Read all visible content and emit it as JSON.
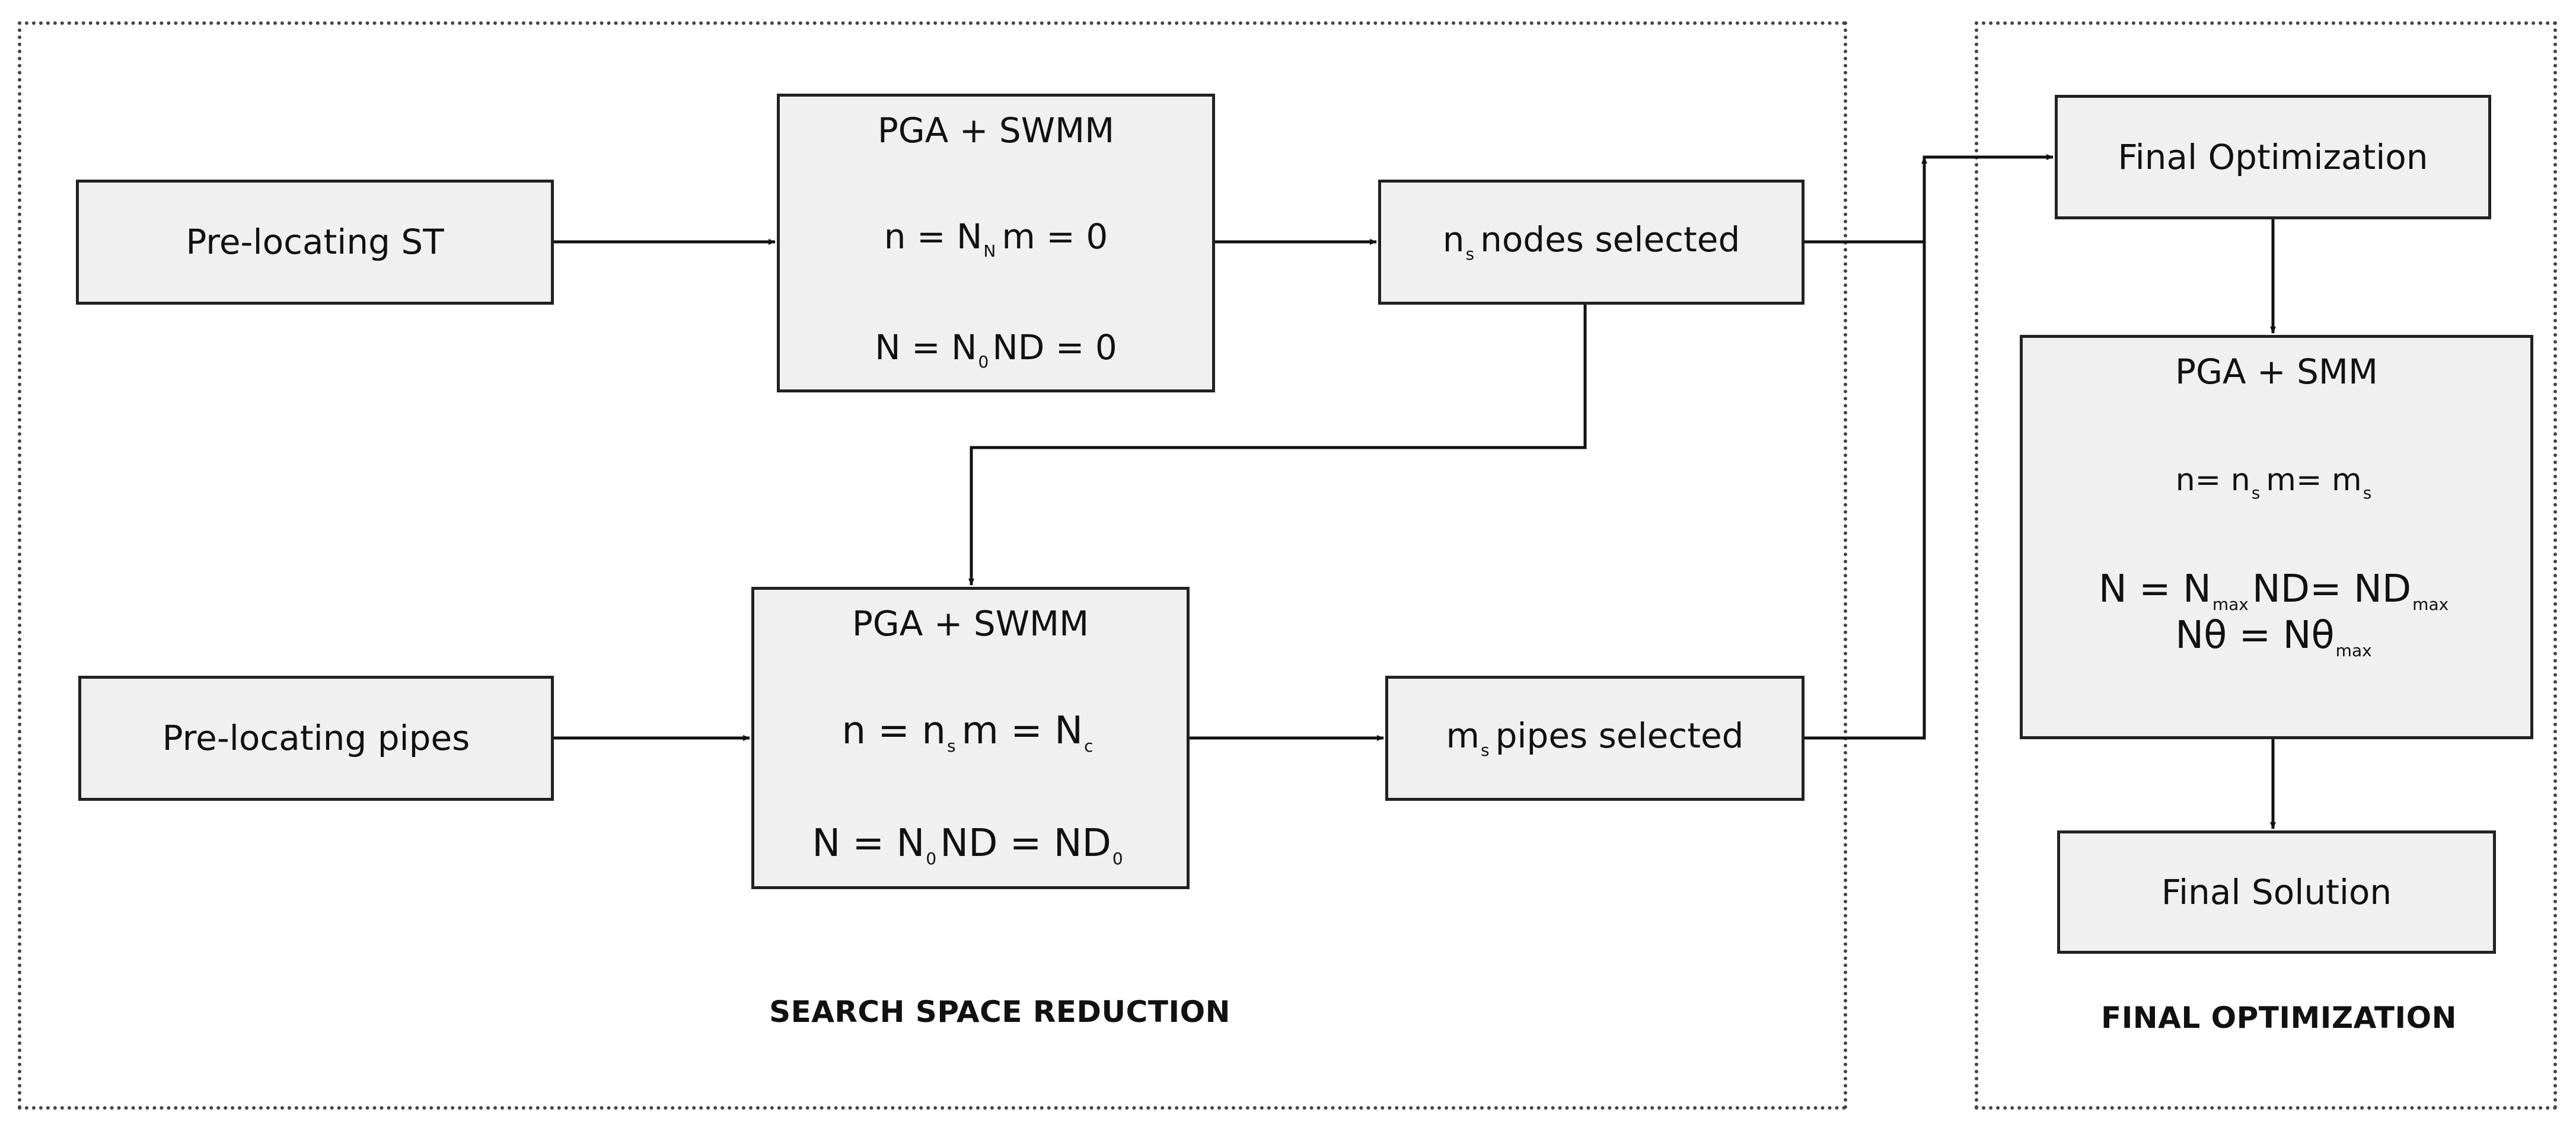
{
  "sections": {
    "reduction_label": "SEARCH SPACE  REDUCTION",
    "final_label": "FINAL OPTIMIZATION"
  },
  "boxes": {
    "prelocating_st": "Pre-locating ST",
    "pga_swmm_1": {
      "title": "PGA + SWMM",
      "line1": {
        "a": "n = N",
        "a_sub": "N",
        "b": "m = 0"
      },
      "line2": {
        "a": "N = N",
        "a_sub": "0",
        "b": "ND = 0"
      }
    },
    "nodes_selected": {
      "var": "n",
      "sub": "s",
      "text": "nodes selected"
    },
    "prelocating_pipes": "Pre-locating pipes",
    "pga_swmm_2": {
      "title": "PGA + SWMM",
      "line1": {
        "a": "n = n",
        "a_sub": "s",
        "b": "m = N",
        "b_sub": "c"
      },
      "line2": {
        "a": "N = N",
        "a_sub": "0",
        "b": "ND = ND",
        "b_sub": "0"
      }
    },
    "pipes_selected": {
      "var": "m",
      "sub": "s",
      "text": "pipes selected"
    },
    "final_optimization": "Final Optimization",
    "pga_smm": {
      "title": "PGA + SMM",
      "line1": {
        "a": "n= n",
        "a_sub": "s",
        "b": "m= m",
        "b_sub": "s"
      },
      "line2": {
        "a": "N = N",
        "a_sub": "max",
        "b": "ND= ND",
        "b_sub": "max"
      },
      "line3": {
        "a": "Nθ = Nθ",
        "a_sub": "max"
      }
    },
    "final_solution": "Final Solution"
  }
}
